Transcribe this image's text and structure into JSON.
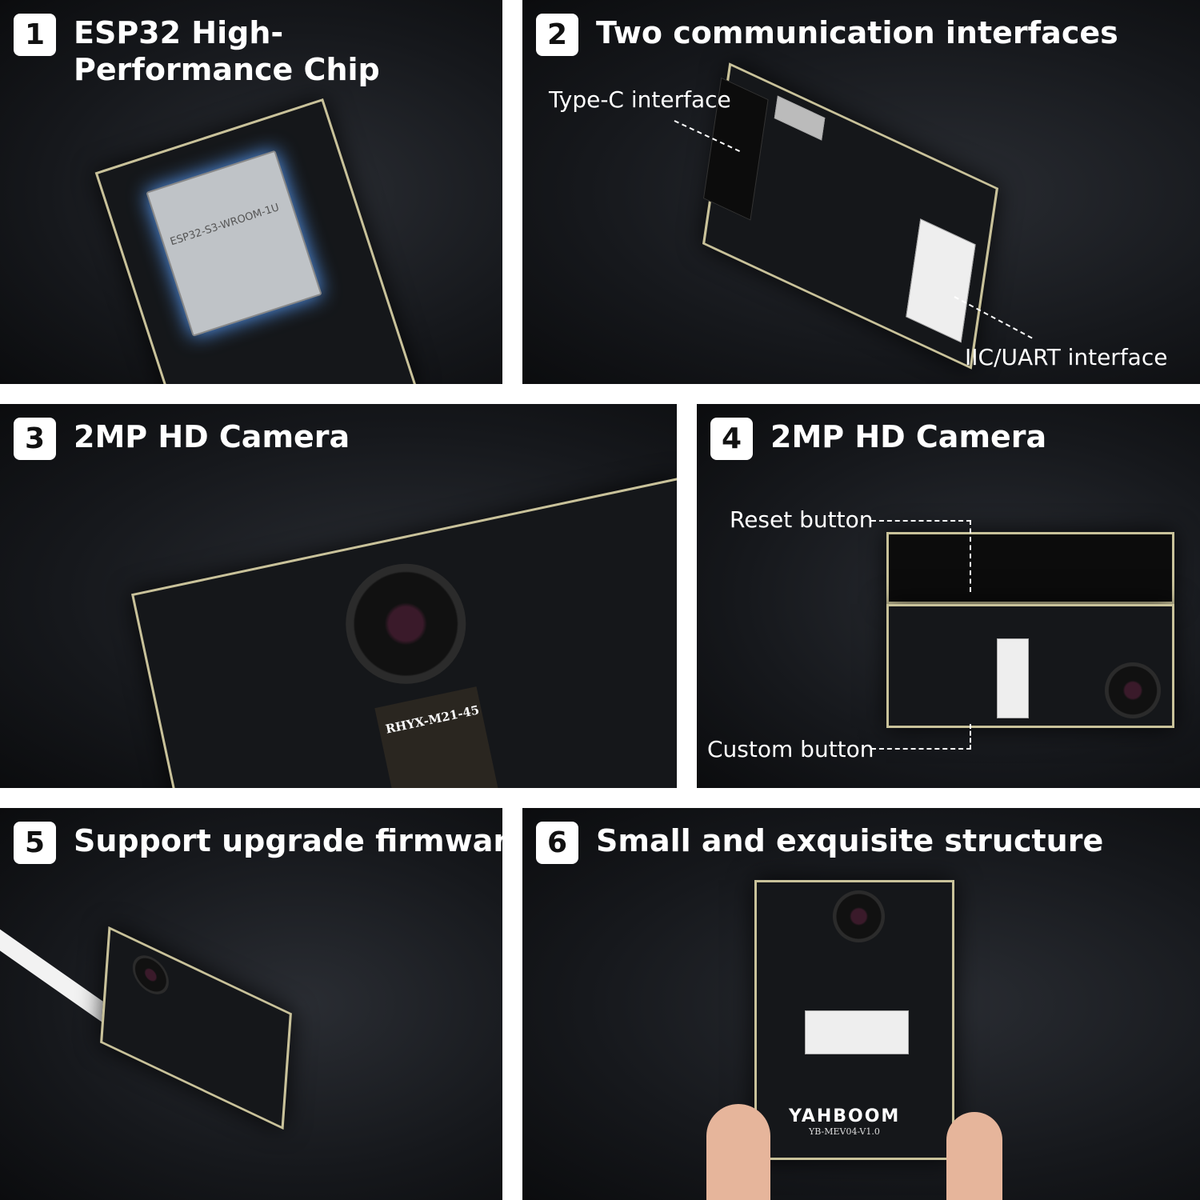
{
  "panels": [
    {
      "number": "1",
      "title": "ESP32 High-Performance Chip"
    },
    {
      "number": "2",
      "title": "Two communication interfaces",
      "callouts": [
        "Type-C interface",
        "IIC/UART interface"
      ]
    },
    {
      "number": "3",
      "title": "2MP HD Camera"
    },
    {
      "number": "4",
      "title": "2MP HD Camera",
      "callouts": [
        "Reset button",
        "Custom button"
      ]
    },
    {
      "number": "5",
      "title": "Support upgrade firmware"
    },
    {
      "number": "6",
      "title": "Small and exquisite structure"
    }
  ],
  "product_markings": {
    "chip": "ESP32-S3-WROOM-1U",
    "brand": "YAHBOOM",
    "board": "YB-MEV04-V1.0",
    "camera": "RHYX-M21-45"
  }
}
